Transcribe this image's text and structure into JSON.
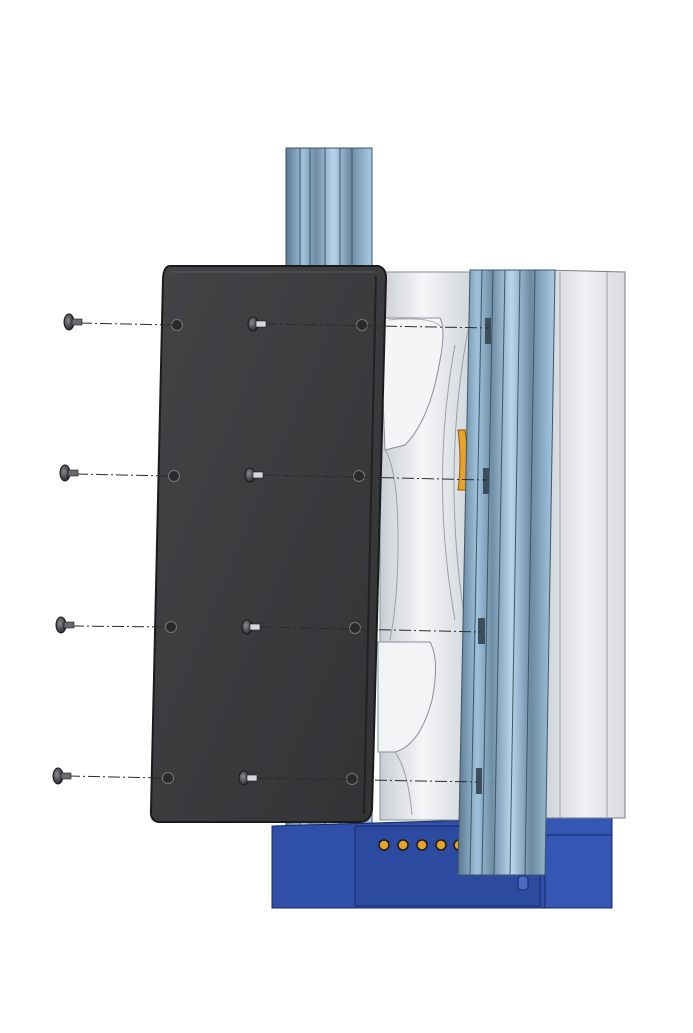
{
  "view": {
    "kind": "exploded-assembly",
    "background": "#ffffff"
  },
  "colors": {
    "cover_plate": "#3a3a3c",
    "cover_edge": "#1f1f21",
    "extrusion_light": "#a9cce6",
    "extrusion_mid": "#7fa3bd",
    "extrusion_dark": "#4f6b80",
    "housing_grey": "#e4e6ea",
    "base_blue": "#2f4fa8",
    "base_blue_dark": "#1f3580",
    "accent_orange": "#e8a227",
    "screw": "#4a4a4e",
    "explode_line": "#2b2b2b"
  },
  "assembly": {
    "screw_rows": 4,
    "screws_per_row": 2,
    "base_holes": 5
  }
}
